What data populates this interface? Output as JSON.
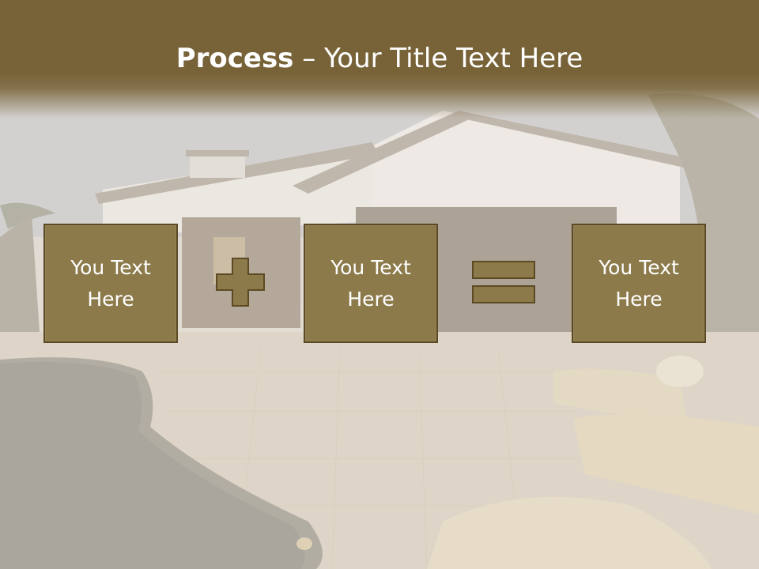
{
  "slide": {
    "title_bold": "Process",
    "title_rest": " – Your Title Text Here"
  },
  "process": {
    "boxes": [
      {
        "line1": "You Text",
        "line2": "Here"
      },
      {
        "line1": "You Text",
        "line2": "Here"
      },
      {
        "line1": "You Text",
        "line2": "Here"
      }
    ],
    "operators": [
      "plus-icon",
      "equals-icon"
    ]
  },
  "colors": {
    "title_band": "#786338",
    "box_fill": "#8c7a4a",
    "box_border": "#5c4a24",
    "text": "#ffffff"
  }
}
